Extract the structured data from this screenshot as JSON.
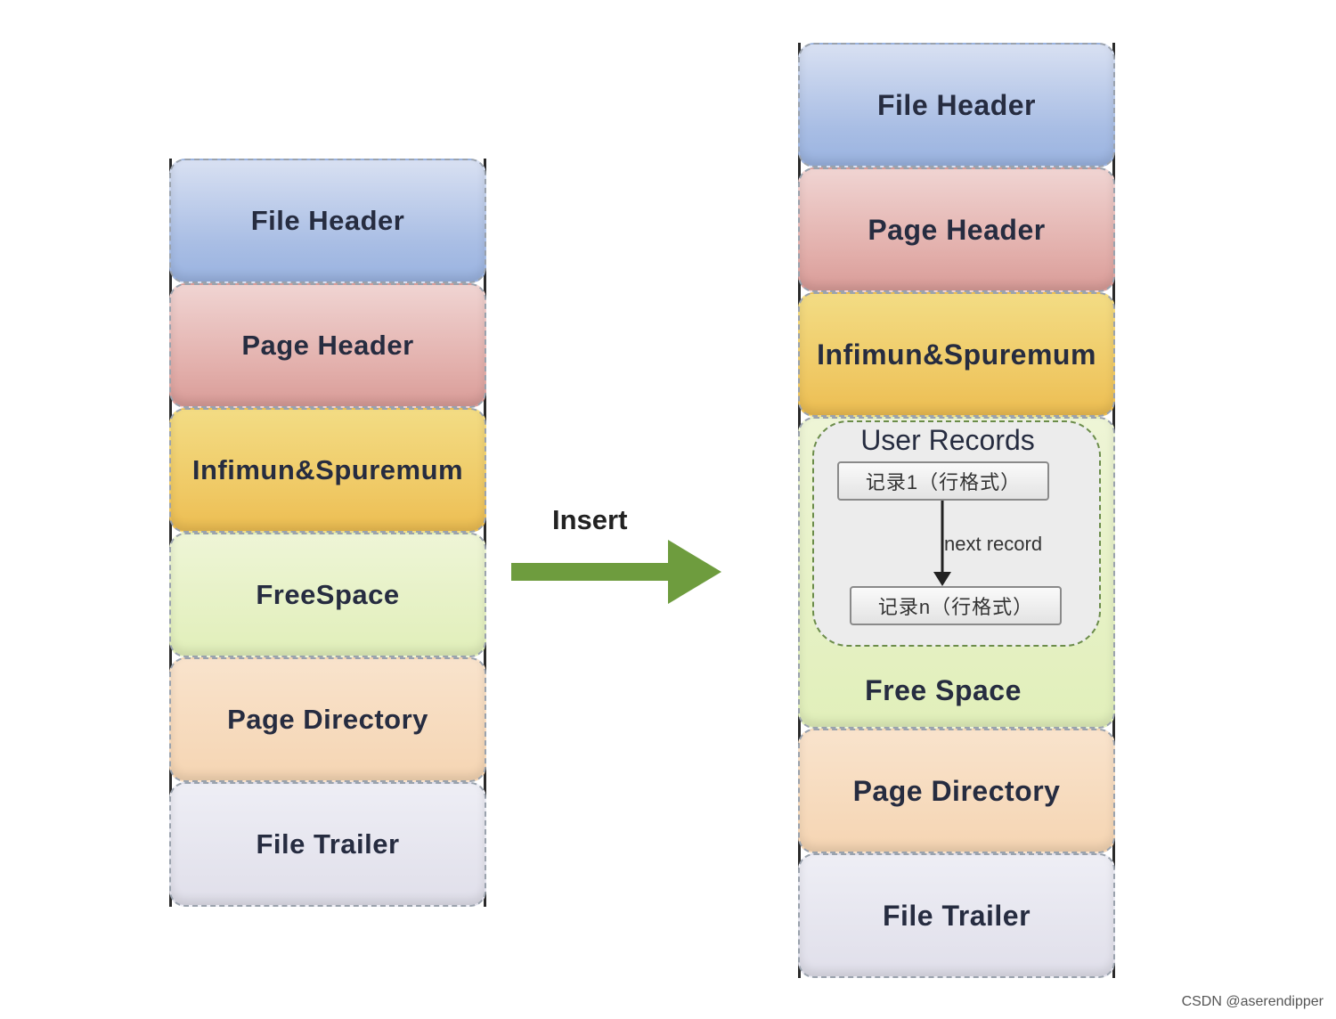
{
  "left_page": {
    "blocks": [
      "File Header",
      "Page Header",
      "Infimun&Spuremum",
      "FreeSpace",
      "Page Directory",
      "File Trailer"
    ]
  },
  "arrow": {
    "label": "Insert",
    "color": "#6e9c3e"
  },
  "right_page": {
    "file_header": "File Header",
    "page_header": "Page Header",
    "infimum": "Infimun&Spuremum",
    "user_records": {
      "title": "User Records",
      "record_1": "记录1（行格式）",
      "record_n": "记录n（行格式）",
      "link_label": "next record"
    },
    "free_space": "Free Space",
    "page_directory": "Page Directory",
    "file_trailer": "File Trailer"
  },
  "watermark": "CSDN @aserendipper"
}
